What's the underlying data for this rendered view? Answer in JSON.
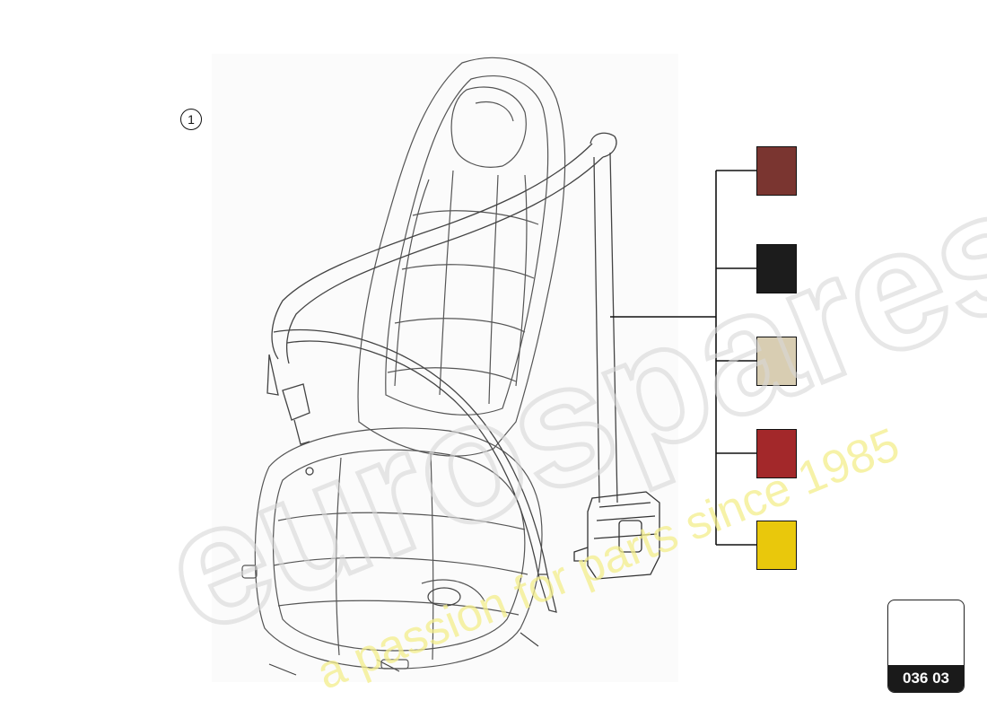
{
  "diagram": {
    "callout_number": "1",
    "swatch_colors": [
      "#7a3530",
      "#1c1c1c",
      "#d8cdb2",
      "#a3282a",
      "#e9c80c"
    ],
    "page_code": "036 03"
  },
  "watermark": {
    "brand": "eurospares",
    "tagline": "a passion for parts since 1985"
  },
  "icons": {
    "seat": "car-seat-illustration",
    "belt": "seat-belt-illustration",
    "retractor": "belt-retractor-illustration"
  }
}
